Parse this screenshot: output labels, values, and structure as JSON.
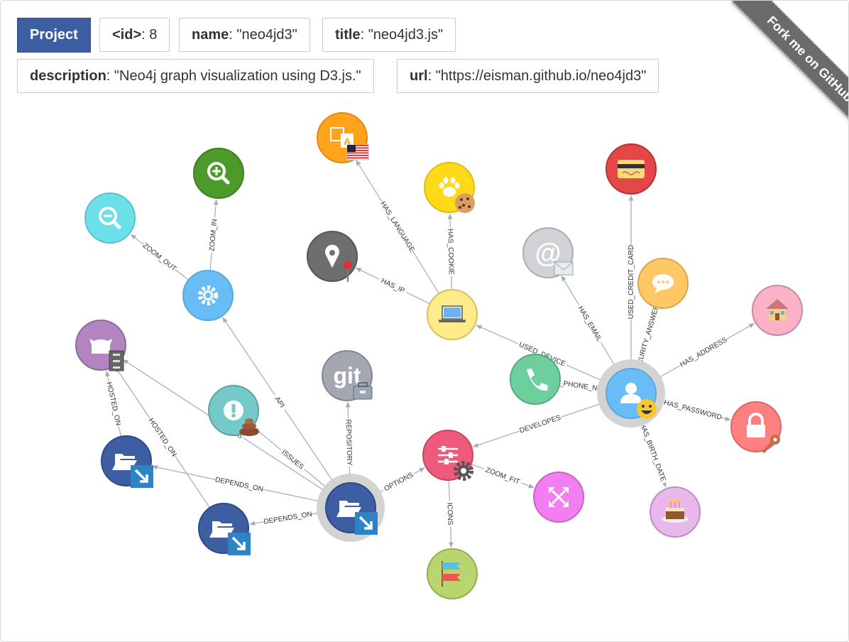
{
  "info": {
    "label": "Project",
    "props": [
      {
        "key": "<id>",
        "value": "8"
      },
      {
        "key": "name",
        "value": "\"neo4jd3\""
      },
      {
        "key": "title",
        "value": "\"neo4jd3.js\""
      },
      {
        "key": "description",
        "value": "\"Neo4j graph visualization using D3.js.\""
      },
      {
        "key": "url",
        "value": "\"https://eisman.github.io/neo4jd3\""
      }
    ]
  },
  "ribbon": {
    "text": "Fork me on GitHub"
  },
  "graph": {
    "nodes": [
      {
        "id": "settings",
        "color": "#68bdf6",
        "border": "#5ca8db",
        "icon": "gear-icon"
      },
      {
        "id": "zoomin",
        "color": "#4c9a2a",
        "border": "#3f7f22",
        "icon": "zoom-in-icon"
      },
      {
        "id": "zoomout",
        "color": "#6be0e9",
        "border": "#5bc4cc",
        "icon": "zoom-out-icon"
      },
      {
        "id": "language",
        "color": "#ffa31a",
        "border": "#e08c10",
        "icon": "language-icon"
      },
      {
        "id": "cookie",
        "color": "#ffd91a",
        "border": "#e0bd10",
        "icon": "paw-icon"
      },
      {
        "id": "ip",
        "color": "#6e6e70",
        "border": "#555",
        "icon": "map-marker-icon"
      },
      {
        "id": "device",
        "color": "#ffeb8a",
        "border": "#d6c060",
        "icon": "laptop-icon"
      },
      {
        "id": "email",
        "color": "#d0d2d6",
        "border": "#a9abaf",
        "icon": "at-icon"
      },
      {
        "id": "creditcard",
        "color": "#e34747",
        "border": "#b53535",
        "icon": "credit-card-icon"
      },
      {
        "id": "security",
        "color": "#ffc766",
        "border": "#d9a54e",
        "icon": "comment-icon"
      },
      {
        "id": "address",
        "color": "#fbb2c6",
        "border": "#c98aa0",
        "icon": "home-icon"
      },
      {
        "id": "user",
        "color": "#68bdf6",
        "border": "#5ca8db",
        "icon": "user-icon"
      },
      {
        "id": "phone",
        "color": "#6dce9e",
        "border": "#58a880",
        "icon": "phone-icon"
      },
      {
        "id": "password",
        "color": "#ff8080",
        "border": "#d66",
        "icon": "lock-icon"
      },
      {
        "id": "birthdate",
        "color": "#e8b8ec",
        "border": "#b991bd",
        "icon": "birthday-cake-icon"
      },
      {
        "id": "github",
        "color": "#b385c0",
        "border": "#8e6b99",
        "icon": "github-icon"
      },
      {
        "id": "issues",
        "color": "#74c9c9",
        "border": "#5ea3a3",
        "icon": "exclamation-icon"
      },
      {
        "id": "git",
        "color": "#a3a7b0",
        "border": "#83878f",
        "icon": "git-icon"
      },
      {
        "id": "options",
        "color": "#ef5a7c",
        "border": "#c44762",
        "icon": "sliders-icon"
      },
      {
        "id": "zoomfit",
        "color": "#f27ef2",
        "border": "#c665c6",
        "icon": "expand-icon"
      },
      {
        "id": "icons",
        "color": "#b9d56e",
        "border": "#94ab58",
        "icon": "flag-icon"
      },
      {
        "id": "dep1",
        "color": "#3e5ea4",
        "border": "#2e4a83",
        "icon": "folder-open-icon"
      },
      {
        "id": "dep2",
        "color": "#3e5ea4",
        "border": "#2e4a83",
        "icon": "folder-open-icon"
      },
      {
        "id": "project",
        "color": "#3e5ea4",
        "border": "#2e4a83",
        "icon": "folder-open-icon"
      }
    ],
    "relationships": [
      {
        "type": "ZOOM_IN"
      },
      {
        "type": "ZOOM_OUT"
      },
      {
        "type": "HAS_LANGUAGE"
      },
      {
        "type": "HAS_COOKIE"
      },
      {
        "type": "HAS_IP"
      },
      {
        "type": "USED_DEVICE"
      },
      {
        "type": "HAS_EMAIL"
      },
      {
        "type": "USED_CREDIT_CARD"
      },
      {
        "type": "SECURITY_ANSWER"
      },
      {
        "type": "HAS_ADDRESS"
      },
      {
        "type": "HAS_PHONE_NUMBER"
      },
      {
        "type": "HAS_PASSWORD"
      },
      {
        "type": "HAS_BIRTH_DATE"
      },
      {
        "type": "DEVELOPES"
      },
      {
        "type": "API"
      },
      {
        "type": "FEATURES"
      },
      {
        "type": "ISSUES"
      },
      {
        "type": "REPOSITORY"
      },
      {
        "type": "OPTIONS"
      },
      {
        "type": "ZOOM_FIT"
      },
      {
        "type": "ICONS"
      },
      {
        "type": "DEPENDS_ON"
      },
      {
        "type": "DEPENDS_ON"
      },
      {
        "type": "HOSTED_ON"
      },
      {
        "type": "HOSTED_ON"
      }
    ]
  }
}
